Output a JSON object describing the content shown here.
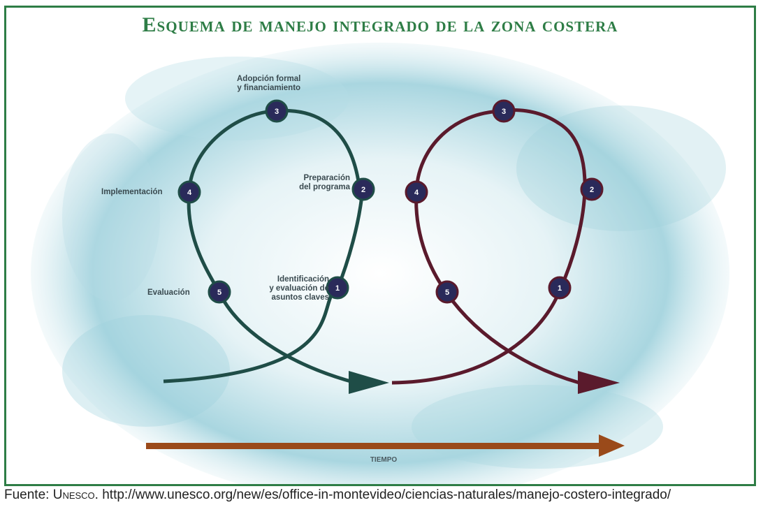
{
  "title": "Esquema de manejo integrado de la zona costera",
  "steps": [
    {
      "number": "1",
      "label_line1": "Identificación",
      "label_line2": "y evaluación de",
      "label_line3": "asuntos claves"
    },
    {
      "number": "2",
      "label_line1": "Preparación",
      "label_line2": "del programa"
    },
    {
      "number": "3",
      "label_line1": "Adopción formal",
      "label_line2": "y financiamiento"
    },
    {
      "number": "4",
      "label_line1": "Implementación"
    },
    {
      "number": "5",
      "label_line1": "Evaluación"
    }
  ],
  "timeline_label": "TIEMPO",
  "source": {
    "prefix": "Fuente: ",
    "org": "Unesco",
    "url": ". http://www.unesco.org/new/es/office-in-montevideo/ciencias-naturales/manejo-costero-integrado/"
  },
  "colors": {
    "frame": "#2e7d46",
    "cycle1": "#1f4d47",
    "cycle2": "#5a1a2c",
    "timeline": "#9a4a1a",
    "node_fill": "#2a2a5a"
  }
}
